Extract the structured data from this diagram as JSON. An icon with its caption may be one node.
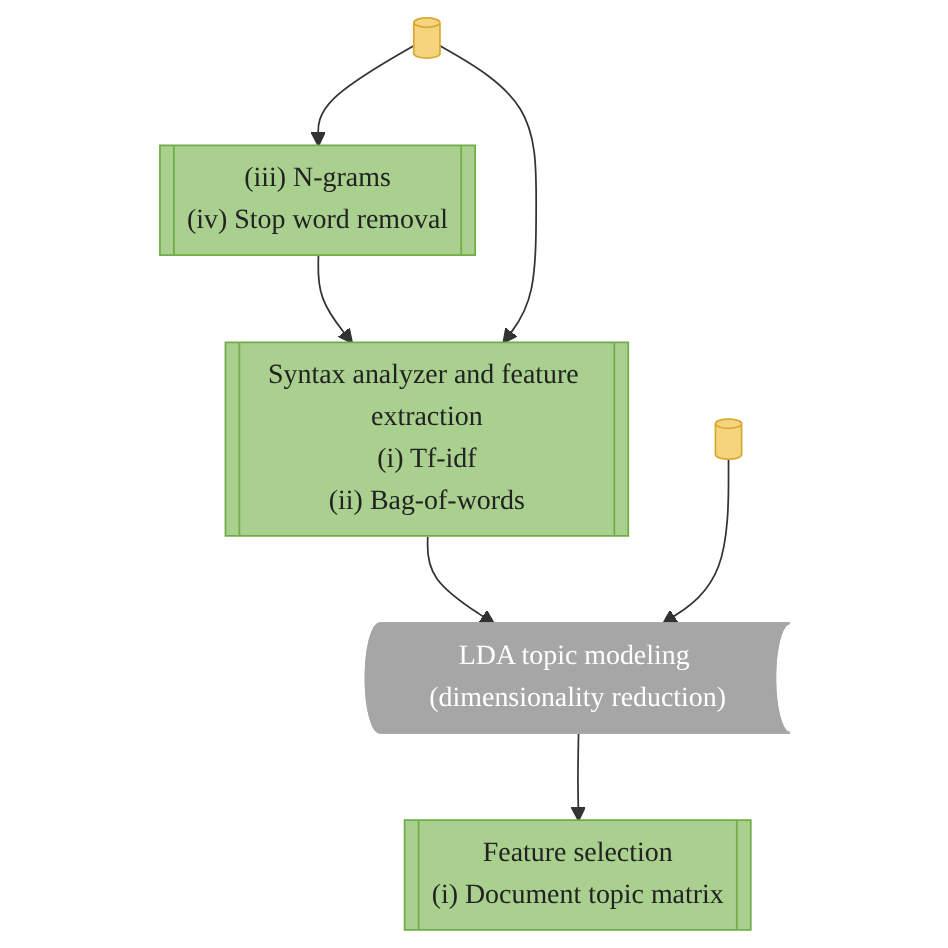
{
  "diagram": {
    "nodes": [
      {
        "text": [
          "(iii) N-grams",
          "(iv) Stop word removal"
        ]
      },
      {
        "text": [],
        "shape": "cylinder"
      },
      {
        "text": [
          "Syntax analyzer and feature extraction",
          "(i) Tf-idf",
          "(ii) Bag-of-words"
        ]
      },
      {
        "text": [
          "LDA topic modeling (dimensionality reduction)"
        ]
      },
      {
        "text": [],
        "shape": "cylinder"
      },
      {
        "text": [
          "Feature selection",
          "(i) Document topic matrix"
        ]
      }
    ],
    "edges": [
      {
        "from": 0,
        "to": 2,
        "arrow": "to"
      },
      {
        "from": 1,
        "to": 0,
        "arrow": "to"
      },
      {
        "from": 1,
        "to": 2,
        "arrow": "to"
      },
      {
        "from": 2,
        "to": 3,
        "arrow": "to"
      },
      {
        "from": 4,
        "to": 3,
        "arrow": "to"
      },
      {
        "from": 3,
        "to": 5,
        "arrow": "to"
      }
    ]
  }
}
